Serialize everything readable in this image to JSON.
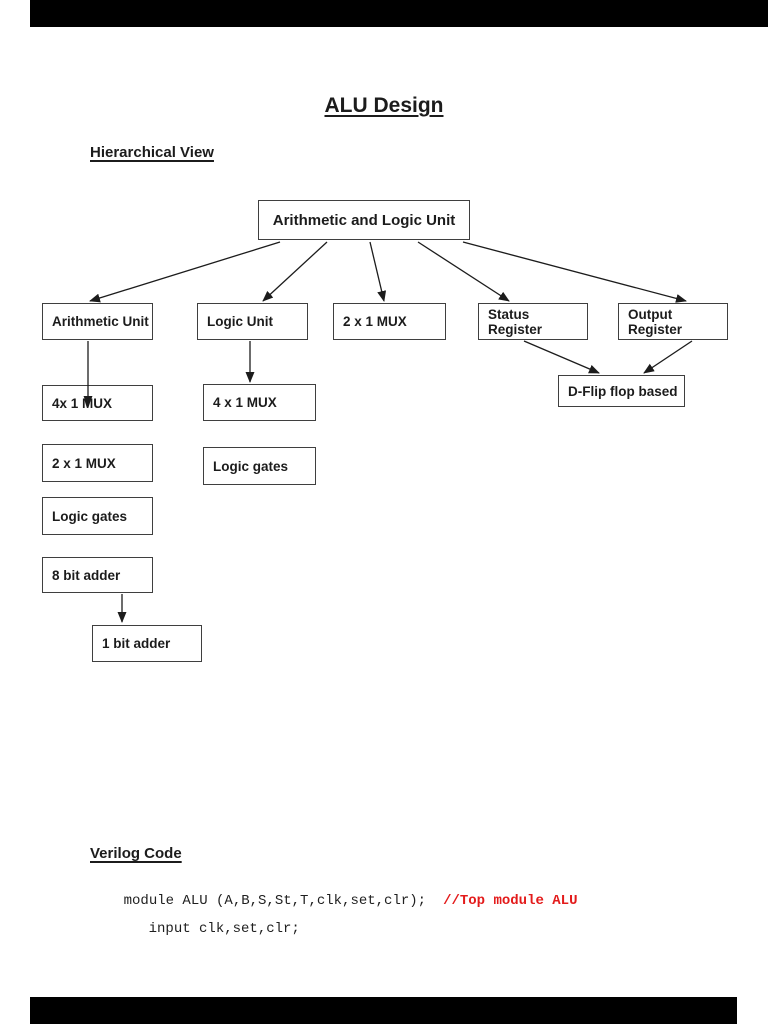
{
  "document": {
    "title": "ALU Design",
    "sections": {
      "hierarchical": "Hierarchical View",
      "verilog": "Verilog Code"
    }
  },
  "diagram": {
    "nodes": {
      "alu": "Arithmetic and Logic Unit",
      "arithmetic_unit": "Arithmetic Unit",
      "logic_unit": "Logic Unit",
      "mux_2x1_top": "2 x 1 MUX",
      "status_register": "Status Register",
      "output_register": "Output Register",
      "mux_4x1_arith": "4x 1 MUX",
      "mux_2x1_arith": "2 x 1 MUX",
      "logic_gates_arith": "Logic gates",
      "adder_8bit": "8 bit adder",
      "adder_1bit": "1 bit adder",
      "mux_4x1_logic": "4 x 1 MUX",
      "logic_gates_logic": "Logic gates",
      "dflipflop": "D-Flip flop based"
    }
  },
  "code": {
    "line1": "module ALU (A,B,S,St,T,clk,set,clr);",
    "line1_comment": "//Top module ALU",
    "line2": "input clk,set,clr;"
  },
  "colors": {
    "comment_red": "#e31b1b",
    "box_border": "#3f3f3f",
    "text": "#1c1c1c",
    "edge_bar": "#000000"
  }
}
